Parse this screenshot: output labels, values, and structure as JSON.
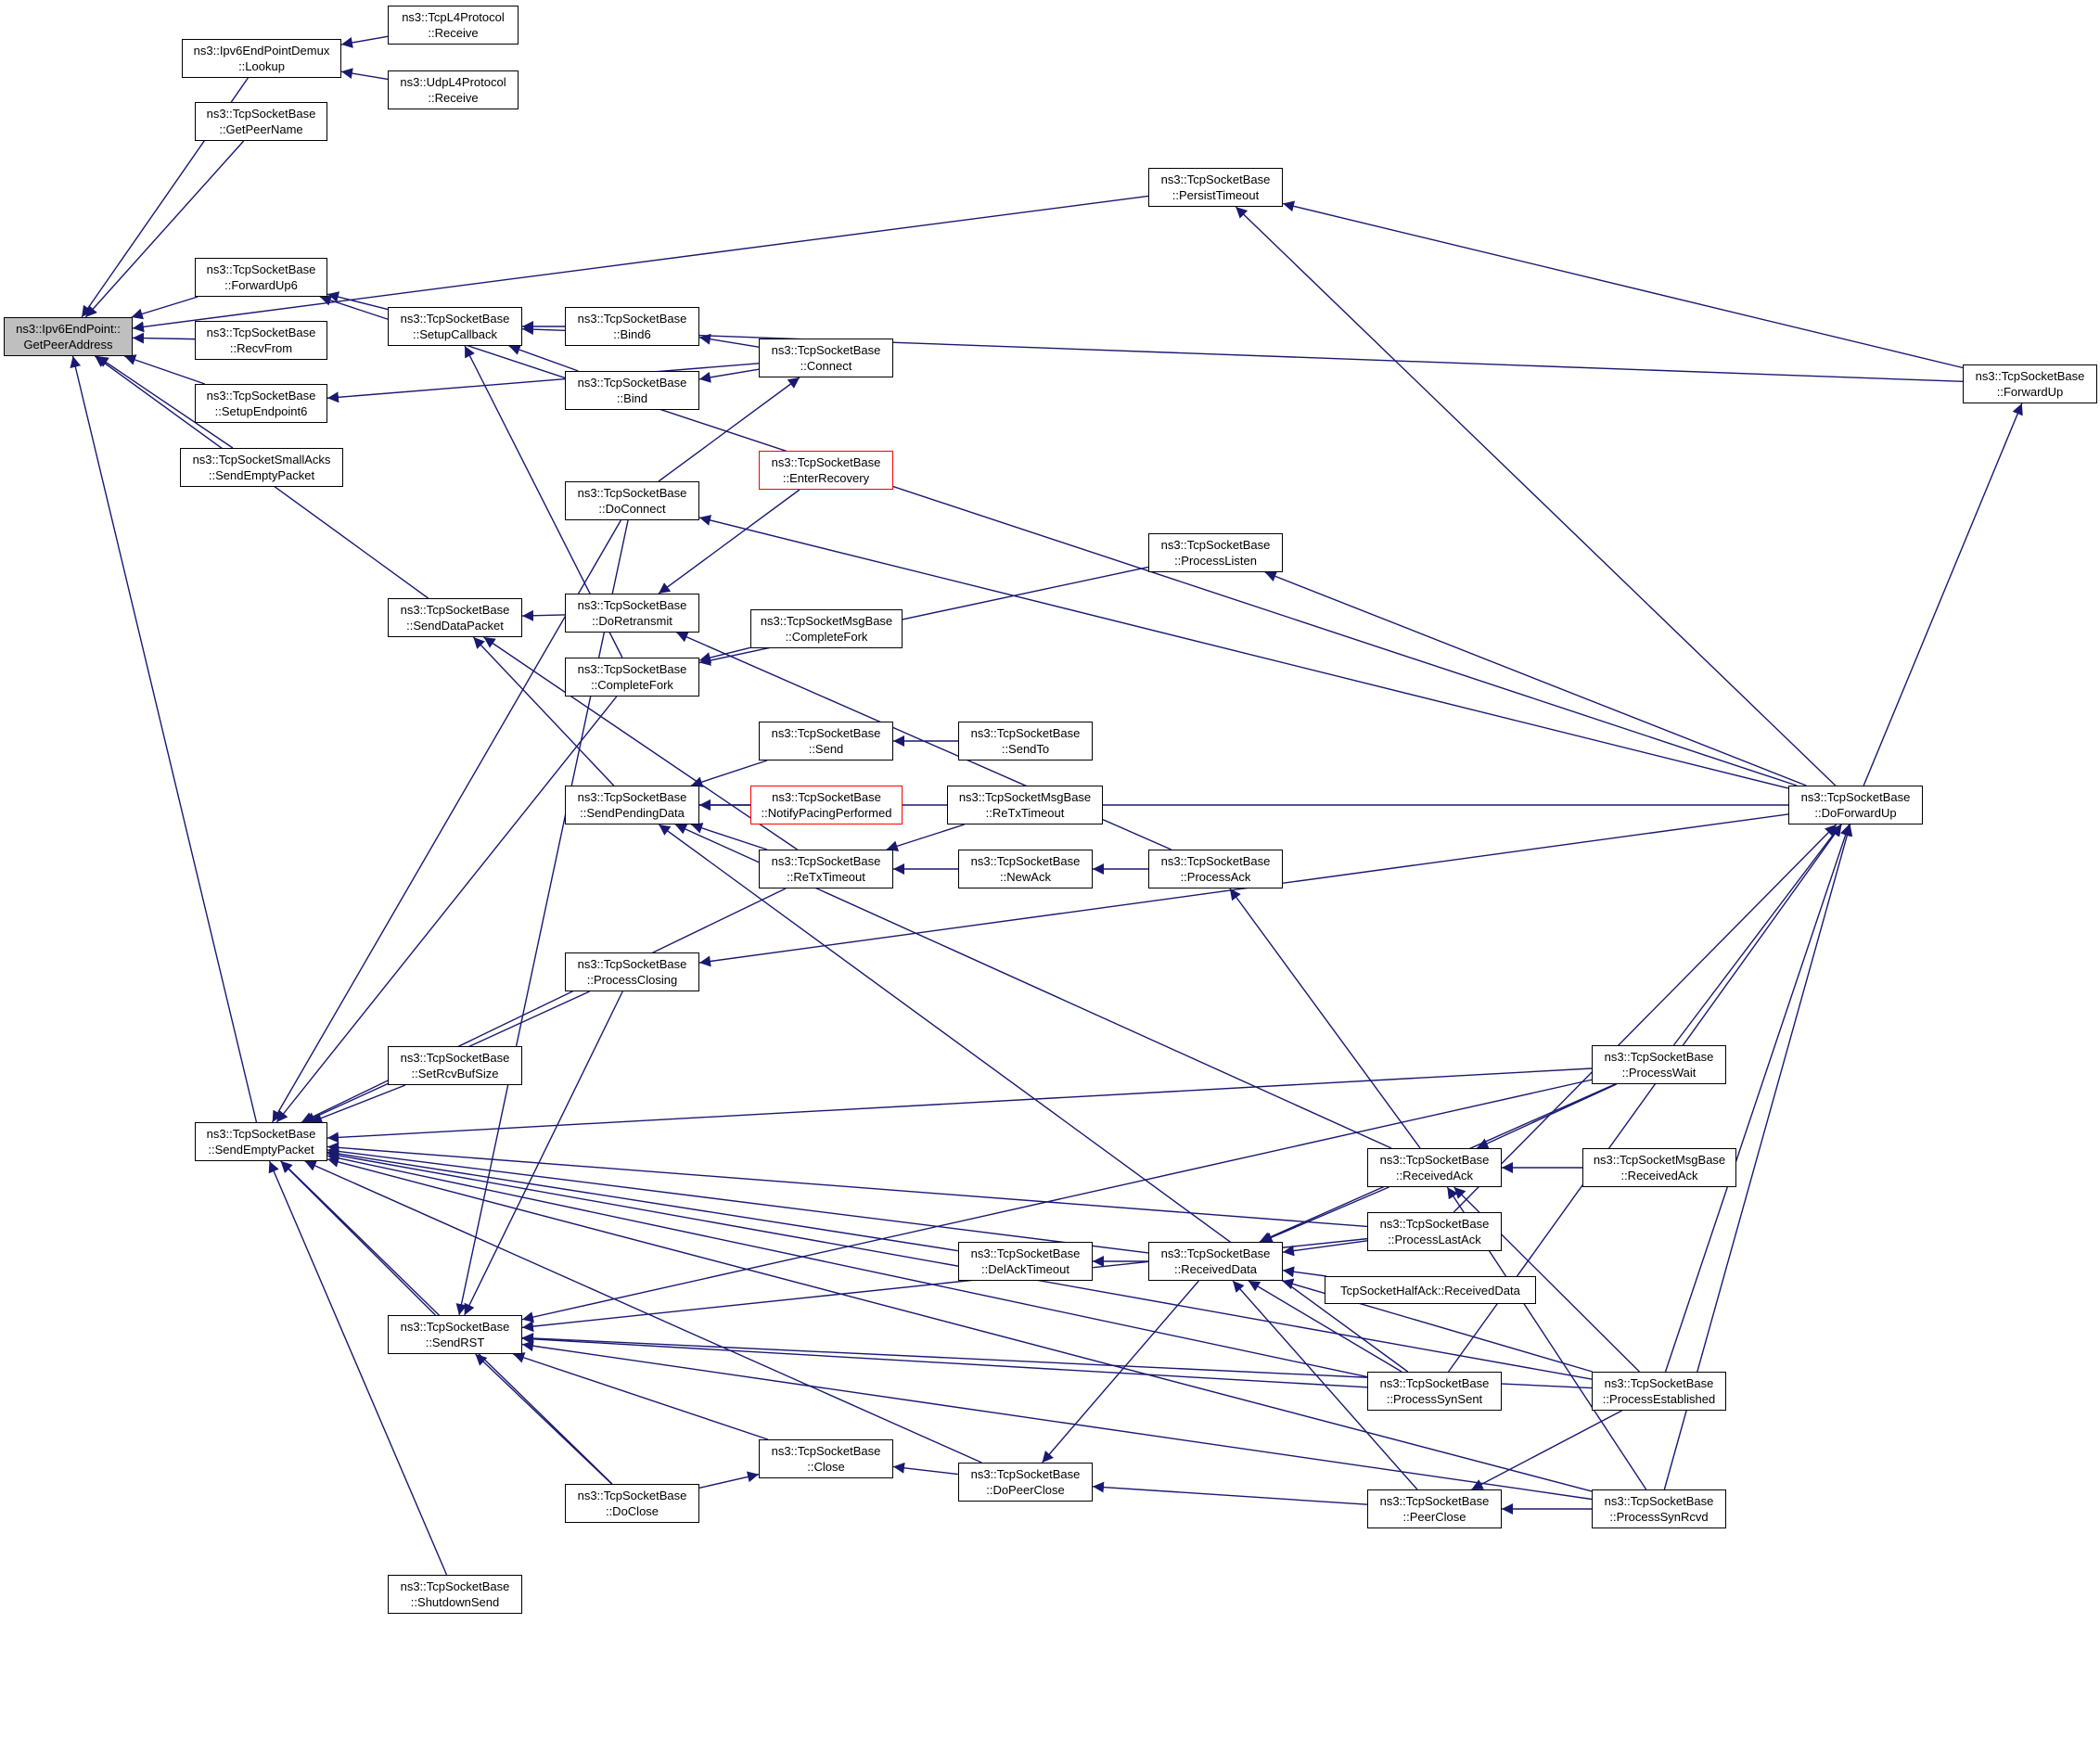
{
  "colors": {
    "edge": "#191970",
    "node_border": "#000000",
    "red_border": "#ff0000",
    "root_fill": "#bfbfbf",
    "background": "#ffffff"
  },
  "nodes": {
    "root": [
      "ns3::Ipv6EndPoint::",
      "GetPeerAddress"
    ],
    "lookup": [
      "ns3::Ipv6EndPointDemux",
      "::Lookup"
    ],
    "tcpl4": [
      "ns3::TcpL4Protocol",
      "::Receive"
    ],
    "udpl4": [
      "ns3::UdpL4Protocol",
      "::Receive"
    ],
    "getpeername": [
      "ns3::TcpSocketBase",
      "::GetPeerName"
    ],
    "persisttimeout": [
      "ns3::TcpSocketBase",
      "::PersistTimeout"
    ],
    "forwardup6": [
      "ns3::TcpSocketBase",
      "::ForwardUp6"
    ],
    "setupcallback": [
      "ns3::TcpSocketBase",
      "::SetupCallback"
    ],
    "bind6": [
      "ns3::TcpSocketBase",
      "::Bind6"
    ],
    "bind": [
      "ns3::TcpSocketBase",
      "::Bind"
    ],
    "connect": [
      "ns3::TcpSocketBase",
      "::Connect"
    ],
    "recvfrom": [
      "ns3::TcpSocketBase",
      "::RecvFrom"
    ],
    "setupendpoint6": [
      "ns3::TcpSocketBase",
      "::SetupEndpoint6"
    ],
    "smallacks": [
      "ns3::TcpSocketSmallAcks",
      "::SendEmptyPacket"
    ],
    "forwardup": [
      "ns3::TcpSocketBase",
      "::ForwardUp"
    ],
    "enterrecovery": [
      "ns3::TcpSocketBase",
      "::EnterRecovery"
    ],
    "doconnect": [
      "ns3::TcpSocketBase",
      "::DoConnect"
    ],
    "processlisten": [
      "ns3::TcpSocketBase",
      "::ProcessListen"
    ],
    "senddatapacket": [
      "ns3::TcpSocketBase",
      "::SendDataPacket"
    ],
    "doretransmit": [
      "ns3::TcpSocketBase",
      "::DoRetransmit"
    ],
    "msgcompletefork": [
      "ns3::TcpSocketMsgBase",
      "::CompleteFork"
    ],
    "completefork": [
      "ns3::TcpSocketBase",
      "::CompleteFork"
    ],
    "send": [
      "ns3::TcpSocketBase",
      "::Send"
    ],
    "sendto": [
      "ns3::TcpSocketBase",
      "::SendTo"
    ],
    "sendpendingdata": [
      "ns3::TcpSocketBase",
      "::SendPendingData"
    ],
    "notifypacing": [
      "ns3::TcpSocketBase",
      "::NotifyPacingPerformed"
    ],
    "msgretxtimeout": [
      "ns3::TcpSocketMsgBase",
      "::ReTxTimeout"
    ],
    "doforwardup": [
      "ns3::TcpSocketBase",
      "::DoForwardUp"
    ],
    "retxtimeout": [
      "ns3::TcpSocketBase",
      "::ReTxTimeout"
    ],
    "newack": [
      "ns3::TcpSocketBase",
      "::NewAck"
    ],
    "processack": [
      "ns3::TcpSocketBase",
      "::ProcessAck"
    ],
    "processclosing": [
      "ns3::TcpSocketBase",
      "::ProcessClosing"
    ],
    "processwait": [
      "ns3::TcpSocketBase",
      "::ProcessWait"
    ],
    "setrcvbufsize": [
      "ns3::TcpSocketBase",
      "::SetRcvBufSize"
    ],
    "sendemptypacket": [
      "ns3::TcpSocketBase",
      "::SendEmptyPacket"
    ],
    "receivedack": [
      "ns3::TcpSocketBase",
      "::ReceivedAck"
    ],
    "msgreceivedack": [
      "ns3::TcpSocketMsgBase",
      "::ReceivedAck"
    ],
    "processlastack": [
      "ns3::TcpSocketBase",
      "::ProcessLastAck"
    ],
    "delacktimeout": [
      "ns3::TcpSocketBase",
      "::DelAckTimeout"
    ],
    "receiveddata": [
      "ns3::TcpSocketBase",
      "::ReceivedData"
    ],
    "halfack": [
      "TcpSocketHalfAck::ReceivedData"
    ],
    "sendrst": [
      "ns3::TcpSocketBase",
      "::SendRST"
    ],
    "processsynsent": [
      "ns3::TcpSocketBase",
      "::ProcessSynSent"
    ],
    "processestablished": [
      "ns3::TcpSocketBase",
      "::ProcessEstablished"
    ],
    "close": [
      "ns3::TcpSocketBase",
      "::Close"
    ],
    "dopeerclose": [
      "ns3::TcpSocketBase",
      "::DoPeerClose"
    ],
    "doclose": [
      "ns3::TcpSocketBase",
      "::DoClose"
    ],
    "peerclose": [
      "ns3::TcpSocketBase",
      "::PeerClose"
    ],
    "processsynrcvd": [
      "ns3::TcpSocketBase",
      "::ProcessSynRcvd"
    ],
    "shutdownsend": [
      "ns3::TcpSocketBase",
      "::ShutdownSend"
    ]
  },
  "edges": [
    [
      "lookup",
      "root"
    ],
    [
      "getpeername",
      "root"
    ],
    [
      "persisttimeout",
      "root"
    ],
    [
      "forwardup6",
      "root"
    ],
    [
      "recvfrom",
      "root"
    ],
    [
      "setupendpoint6",
      "root"
    ],
    [
      "smallacks",
      "root"
    ],
    [
      "senddatapacket",
      "root"
    ],
    [
      "sendemptypacket",
      "root"
    ],
    [
      "tcpl4",
      "lookup"
    ],
    [
      "udpl4",
      "lookup"
    ],
    [
      "doforwardup",
      "persisttimeout"
    ],
    [
      "forwardup",
      "persisttimeout"
    ],
    [
      "setupcallback",
      "forwardup6"
    ],
    [
      "doforwardup",
      "forwardup6"
    ],
    [
      "bind6",
      "setupcallback"
    ],
    [
      "bind",
      "setupcallback"
    ],
    [
      "completefork",
      "setupcallback"
    ],
    [
      "forwardup",
      "setupcallback"
    ],
    [
      "connect",
      "bind6"
    ],
    [
      "connect",
      "bind"
    ],
    [
      "connect",
      "setupendpoint6"
    ],
    [
      "doconnect",
      "connect"
    ],
    [
      "doforwardup",
      "forwardup"
    ],
    [
      "doforwardup",
      "doconnect"
    ],
    [
      "doretransmit",
      "senddatapacket"
    ],
    [
      "sendpendingdata",
      "senddatapacket"
    ],
    [
      "retxtimeout",
      "senddatapacket"
    ],
    [
      "enterrecovery",
      "doretransmit"
    ],
    [
      "processack",
      "doretransmit"
    ],
    [
      "doforwardup",
      "processlisten"
    ],
    [
      "processlisten",
      "completefork"
    ],
    [
      "msgcompletefork",
      "completefork"
    ],
    [
      "send",
      "sendpendingdata"
    ],
    [
      "notifypacing",
      "sendpendingdata"
    ],
    [
      "retxtimeout",
      "sendpendingdata"
    ],
    [
      "receivedack",
      "sendpendingdata"
    ],
    [
      "processsynsent",
      "sendpendingdata"
    ],
    [
      "doforwardup",
      "sendpendingdata"
    ],
    [
      "sendto",
      "send"
    ],
    [
      "msgretxtimeout",
      "retxtimeout"
    ],
    [
      "newack",
      "retxtimeout"
    ],
    [
      "processack",
      "newack"
    ],
    [
      "receivedack",
      "processack"
    ],
    [
      "doforwardup",
      "processclosing"
    ],
    [
      "processwait",
      "doforwardup"
    ],
    [
      "processestablished",
      "doforwardup"
    ],
    [
      "processsynrcvd",
      "doforwardup"
    ],
    [
      "processlastack",
      "doforwardup"
    ],
    [
      "processsynsent",
      "doforwardup"
    ],
    [
      "doconnect",
      "sendemptypacket"
    ],
    [
      "completefork",
      "sendemptypacket"
    ],
    [
      "retxtimeout",
      "sendemptypacket"
    ],
    [
      "processclosing",
      "sendemptypacket"
    ],
    [
      "processwait",
      "sendemptypacket"
    ],
    [
      "setrcvbufsize",
      "sendemptypacket"
    ],
    [
      "processlastack",
      "sendemptypacket"
    ],
    [
      "receiveddata",
      "sendemptypacket"
    ],
    [
      "delacktimeout",
      "sendemptypacket"
    ],
    [
      "sendrst",
      "sendemptypacket"
    ],
    [
      "doclose",
      "sendemptypacket"
    ],
    [
      "dopeerclose",
      "sendemptypacket"
    ],
    [
      "shutdownsend",
      "sendemptypacket"
    ],
    [
      "processsynsent",
      "sendemptypacket"
    ],
    [
      "processestablished",
      "sendemptypacket"
    ],
    [
      "processsynrcvd",
      "sendemptypacket"
    ],
    [
      "processwait",
      "receivedack"
    ],
    [
      "msgreceivedack",
      "receivedack"
    ],
    [
      "processestablished",
      "receivedack"
    ],
    [
      "processsynrcvd",
      "receivedack"
    ],
    [
      "receivedack",
      "receiveddata"
    ],
    [
      "processlastack",
      "receiveddata"
    ],
    [
      "halfack",
      "receiveddata"
    ],
    [
      "processsynsent",
      "receiveddata"
    ],
    [
      "processestablished",
      "receiveddata"
    ],
    [
      "peerclose",
      "receiveddata"
    ],
    [
      "processwait",
      "receiveddata"
    ],
    [
      "receiveddata",
      "delacktimeout"
    ],
    [
      "doconnect",
      "sendrst"
    ],
    [
      "processclosing",
      "sendrst"
    ],
    [
      "processwait",
      "sendrst"
    ],
    [
      "processlastack",
      "sendrst"
    ],
    [
      "processsynsent",
      "sendrst"
    ],
    [
      "processestablished",
      "sendrst"
    ],
    [
      "close",
      "sendrst"
    ],
    [
      "doclose",
      "sendrst"
    ],
    [
      "processsynrcvd",
      "sendrst"
    ],
    [
      "doclose",
      "close"
    ],
    [
      "dopeerclose",
      "close"
    ],
    [
      "receiveddata",
      "dopeerclose"
    ],
    [
      "peerclose",
      "dopeerclose"
    ],
    [
      "processestablished",
      "peerclose"
    ],
    [
      "processsynrcvd",
      "peerclose"
    ]
  ]
}
